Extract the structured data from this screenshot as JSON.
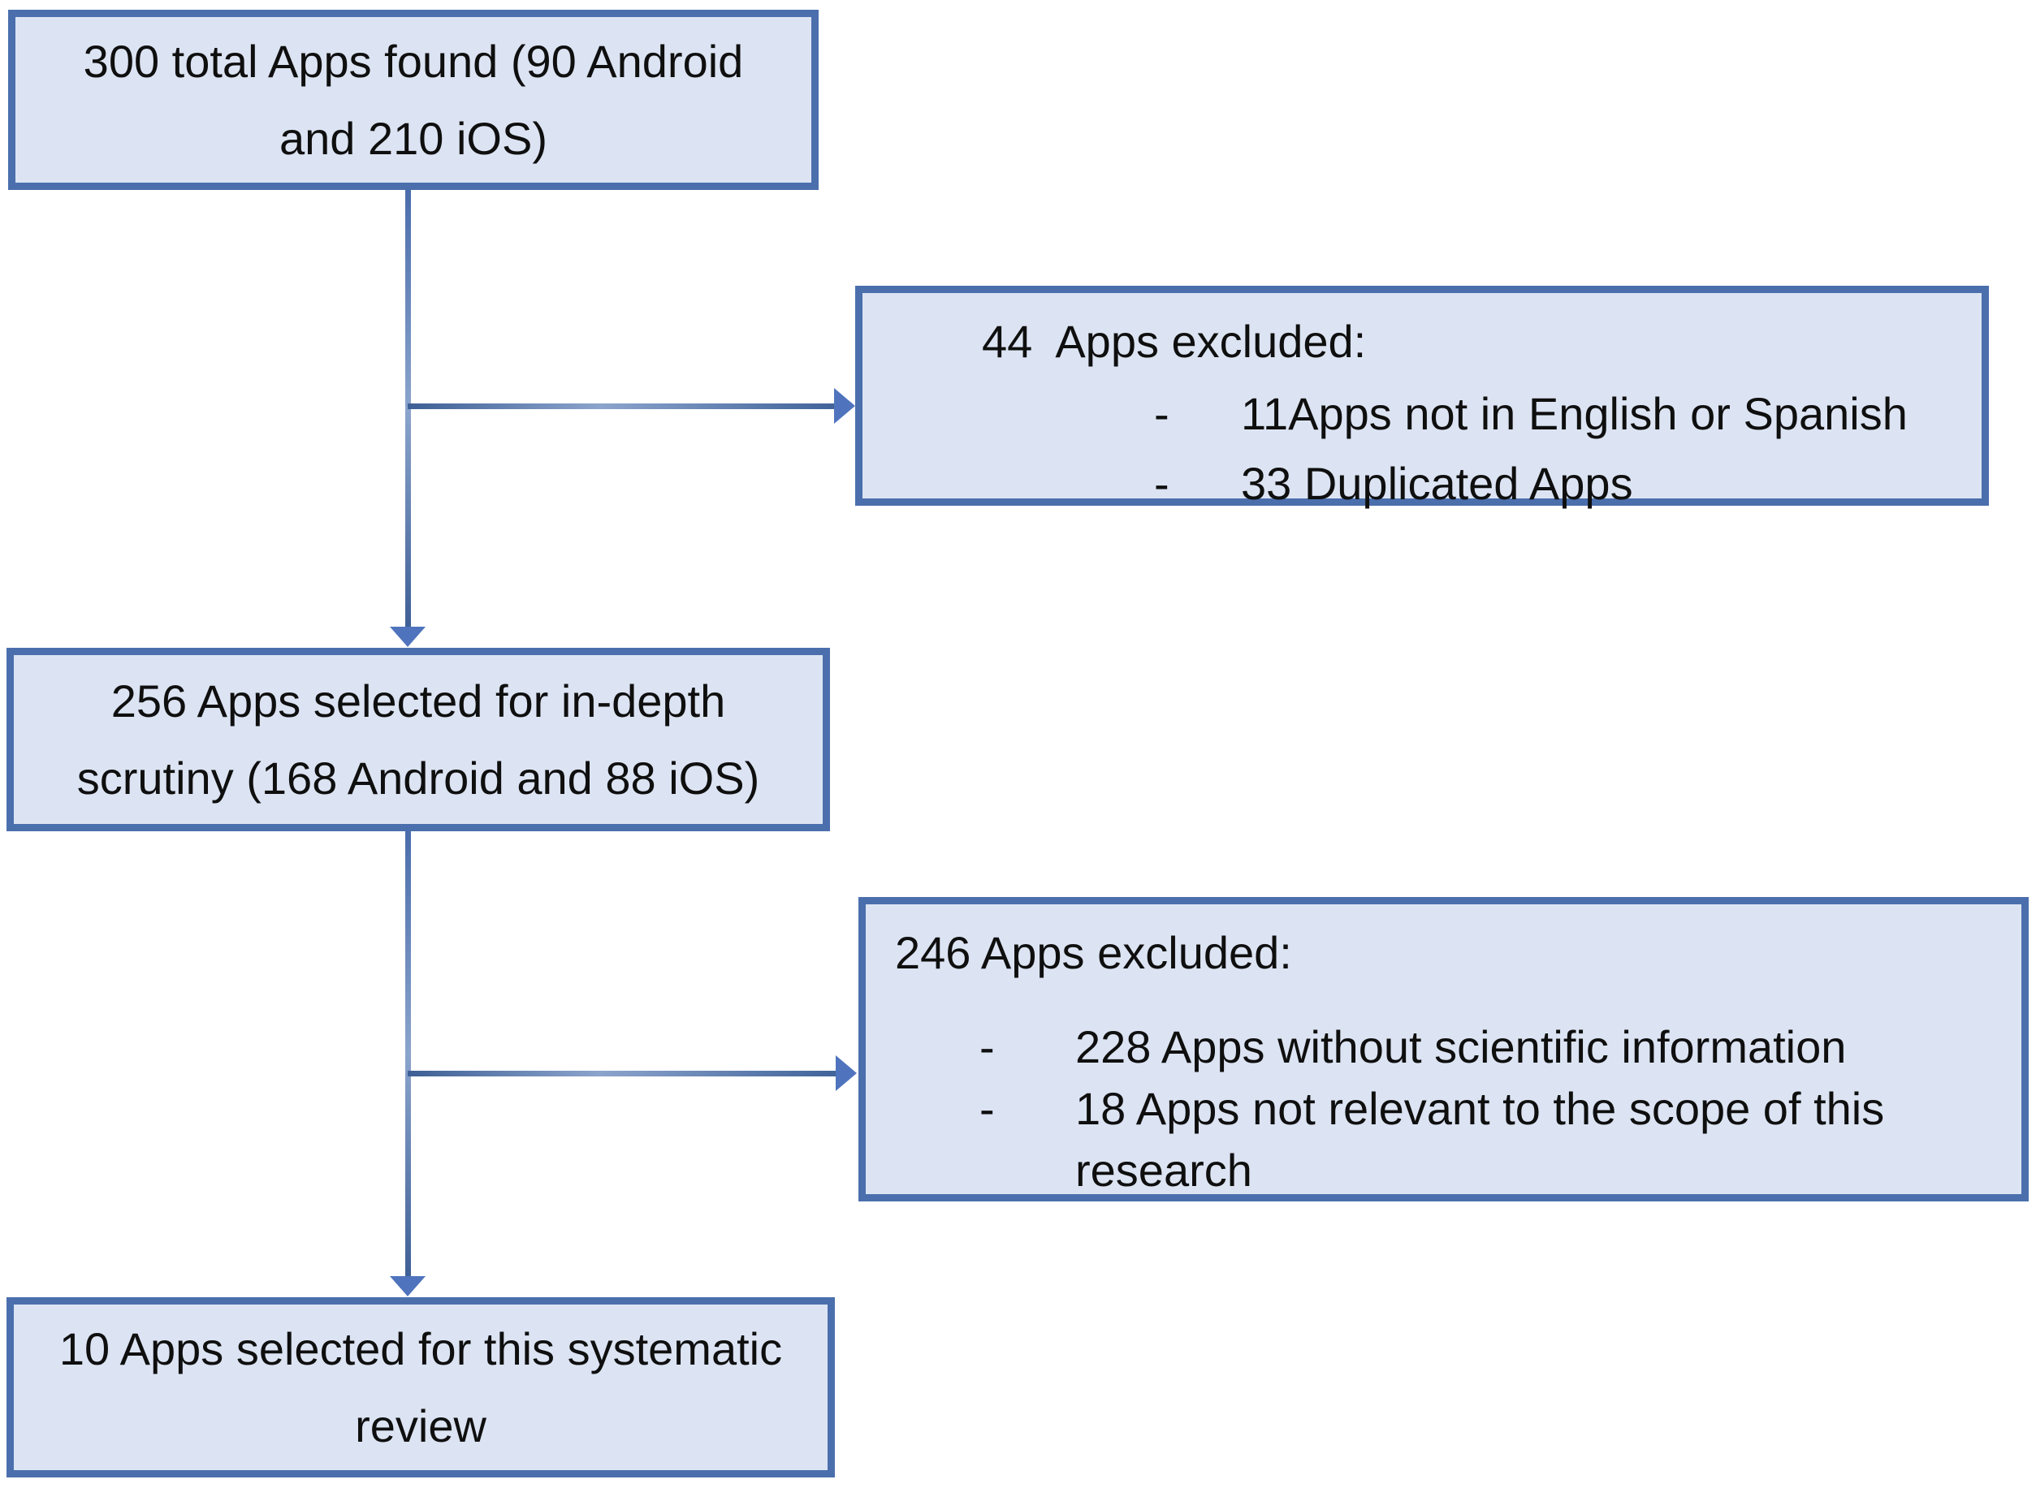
{
  "diagram": {
    "title": "App screening flow chart",
    "boxes": {
      "found": {
        "text": "300 total Apps found (90 Android and 210 iOS)"
      },
      "excluded_first": {
        "heading": "44  Apps excluded:",
        "items": [
          {
            "dash": "-",
            "text": "11Apps not in English or Spanish"
          },
          {
            "dash": "-",
            "text": "33 Duplicated Apps"
          }
        ]
      },
      "selected_scrutiny": {
        "text": "256 Apps selected for in-depth scrutiny (168 Android and 88 iOS)"
      },
      "excluded_second": {
        "heading": "246 Apps excluded:",
        "items": [
          {
            "dash": "-",
            "text": "228 Apps without scientific information"
          },
          {
            "dash": "-",
            "text": "18 Apps not relevant to the scope of this research"
          }
        ]
      },
      "selected_final": {
        "text": "10 Apps selected for this systematic review"
      }
    },
    "colors": {
      "box_fill": "#dce4f3",
      "box_border": "#4b6fad",
      "connector": "#4f74bd",
      "text": "#0f0f0f",
      "background": "#ffffff"
    }
  }
}
